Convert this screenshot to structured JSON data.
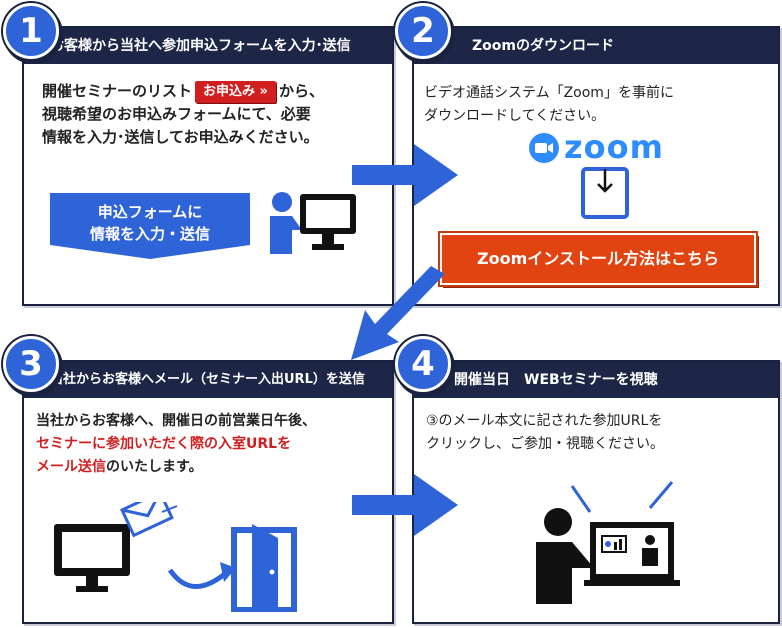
{
  "step1": {
    "number": "1",
    "header": "お客様から当社へ参加申込フォームを入力･送信",
    "text_a": "開催セミナーのリスト",
    "badge": "お申込み »",
    "text_b": "から、",
    "text_c": "視聴希望のお申込みフォームにて、必要",
    "text_d": "情報を入力･送信してお申込みください。",
    "tag_line1": "申込フォームに",
    "tag_line2": "情報を入力・送信"
  },
  "step2": {
    "number": "2",
    "header": "Zoomのダウンロード",
    "text_a": "ビデオ通話システム「Zoom」を事前に",
    "text_b": "ダウンロードしてください。",
    "logo_text": "zoom",
    "install_button": "Zoomインストール方法はこちら"
  },
  "step3": {
    "number": "3",
    "header": "当社からお客様へメール（セミナー入出URL）を送信",
    "text_a": "当社からお客様へ、開催日の前営業日午後、",
    "text_b_red": "セミナーに参加いただく際の入室URLを",
    "text_c_red": "メール送信",
    "text_c": "のいたします。"
  },
  "step4": {
    "number": "4",
    "header": "開催当日　WEBセミナーを視聴",
    "text_a": "③のメール本文に記された参加URLを",
    "text_b": "クリックし、ご参加・視聴ください。"
  },
  "colors": {
    "navy": "#1d2647",
    "blue": "#2f64d9",
    "red": "#d11f1f",
    "orange": "#e24411"
  }
}
